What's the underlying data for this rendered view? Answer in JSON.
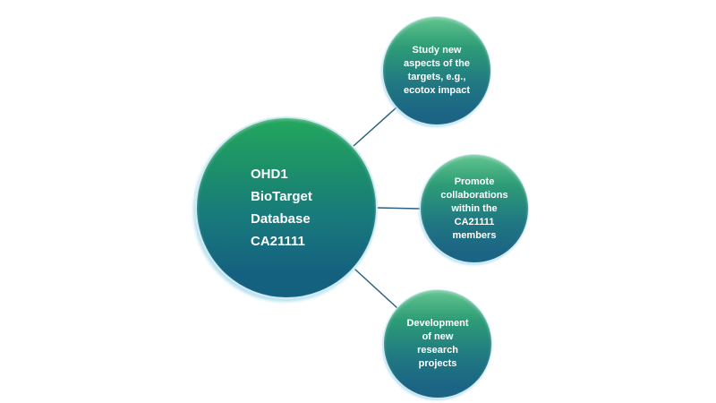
{
  "diagram": {
    "central_node": {
      "lines": [
        "OHD1",
        "BioTarget",
        "Database",
        "CA21111"
      ]
    },
    "satellite_nodes": [
      {
        "lines": [
          "Study new",
          "aspects of the",
          "targets, e.g.,",
          "ecotox impact"
        ]
      },
      {
        "lines": [
          "Promote",
          "collaborations",
          "within the",
          "CA21111",
          "members"
        ]
      },
      {
        "lines": [
          "Development",
          "of new",
          "research",
          "projects"
        ]
      }
    ],
    "palette": {
      "canvas_bg": "#ffffff",
      "central_gradient_top": "#23a55e",
      "central_gradient_bottom": "#14607f",
      "satellite_gradient_top": "#5ec28d",
      "satellite_gradient_bottom": "#1c6484",
      "node_rim": "#cfeaf5",
      "connector": "#2e5f7e",
      "text": "#ffffff"
    }
  }
}
